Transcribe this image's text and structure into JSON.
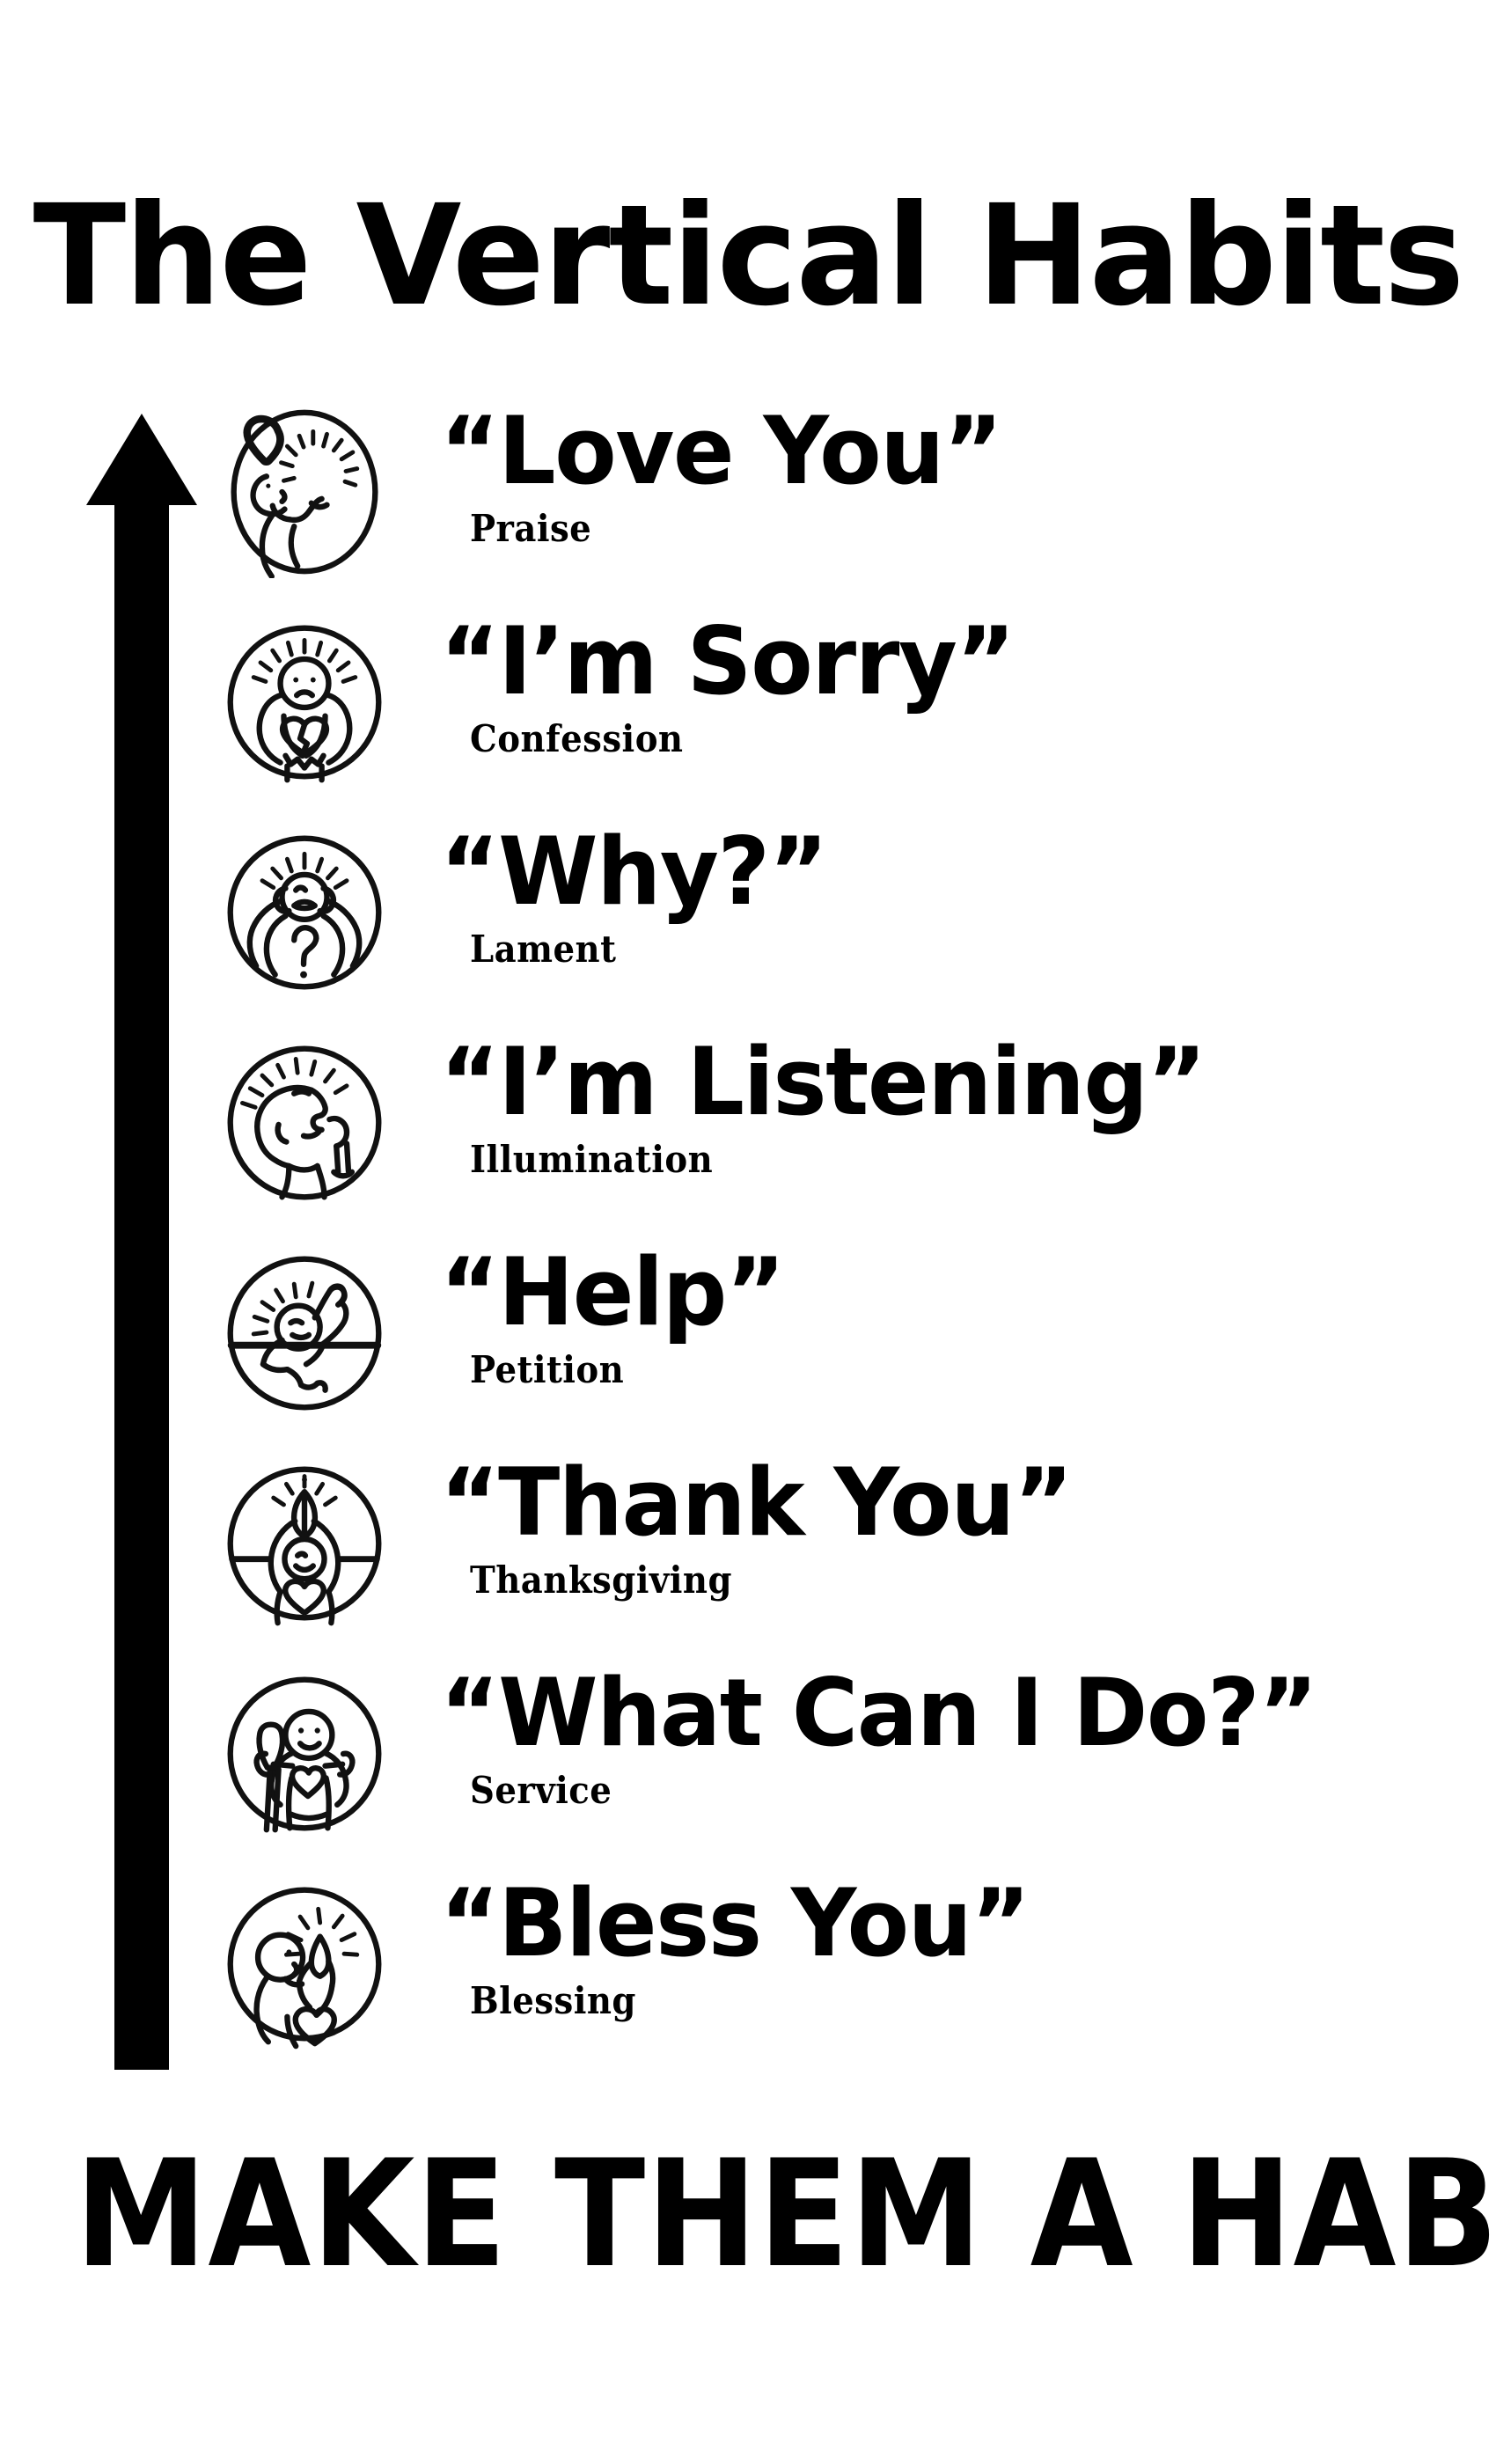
{
  "poster": {
    "title": "The Vertical Habits",
    "footer": "MAKE THEM A HABIT",
    "arrow": {
      "name": "upward-arrow",
      "direction": "up",
      "color": "#000000"
    },
    "background_color": "#ffffff",
    "ink_color": "#000000",
    "habits": [
      {
        "phrase": "“Love You”",
        "label": "Praise",
        "icon": "person-holding-radiant-heart-icon"
      },
      {
        "phrase": "“I’m Sorry”",
        "label": "Confession",
        "icon": "person-holding-broken-heart-icon"
      },
      {
        "phrase": "“Why?”",
        "label": "Lament",
        "icon": "person-hands-on-head-question-mark-icon"
      },
      {
        "phrase": "“I’m Listening”",
        "label": "Illumination",
        "icon": "person-cupping-ear-icon"
      },
      {
        "phrase": "“Help”",
        "label": "Petition",
        "icon": "person-reaching-up-from-water-icon"
      },
      {
        "phrase": "“Thank You”",
        "label": "Thanksgiving",
        "icon": "person-hands-raised-heart-icon"
      },
      {
        "phrase": "“What Can I Do?”",
        "label": "Service",
        "icon": "person-with-shovel-heart-icon"
      },
      {
        "phrase": "“Bless You”",
        "label": "Blessing",
        "icon": "person-raised-hand-holding-heart-icon"
      }
    ]
  }
}
